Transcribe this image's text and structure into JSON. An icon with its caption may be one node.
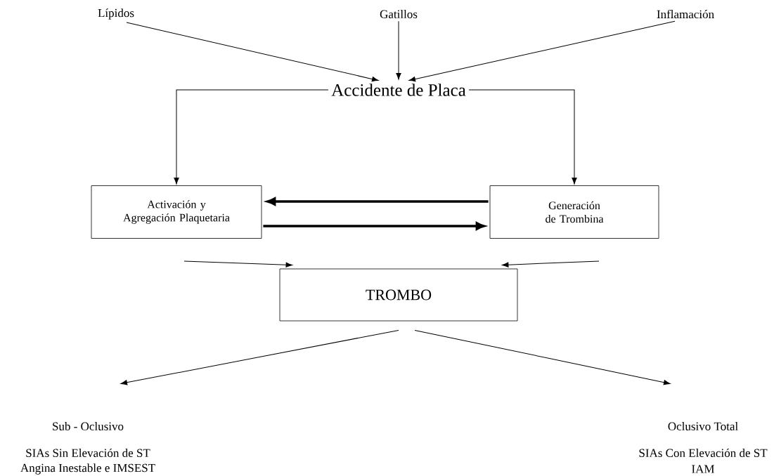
{
  "diagram": {
    "nodes": [
      {
        "text": [
          "Lípidos"
        ]
      },
      {
        "text": [
          "Gatillos"
        ]
      },
      {
        "text": [
          "Inflamación"
        ]
      },
      {
        "text": [
          "Accidente de Placa"
        ]
      },
      {
        "text": [
          "Activación y Agregación Plaquetaria"
        ]
      },
      {
        "text": [
          "Generación de Trombina"
        ]
      },
      {
        "text": [
          "TROMBO"
        ]
      },
      {
        "text": [
          "Sub - Oclusivo"
        ]
      },
      {
        "text": [
          "Oclusivo Total"
        ]
      }
    ],
    "edges": [
      {
        "from": 0,
        "to": 3,
        "arrow": "to"
      },
      {
        "from": 1,
        "to": 3,
        "arrow": "to"
      },
      {
        "from": 2,
        "to": 3,
        "arrow": "to"
      },
      {
        "from": 3,
        "to": 4,
        "arrow": "to"
      },
      {
        "from": 3,
        "to": 5,
        "arrow": "to"
      },
      {
        "from": 5,
        "to": 4,
        "arrow": "to",
        "style": "thick"
      },
      {
        "from": 4,
        "to": 5,
        "arrow": "to",
        "style": "thick"
      },
      {
        "from": 4,
        "to": 6,
        "arrow": "to"
      },
      {
        "from": 5,
        "to": 6,
        "arrow": "to"
      },
      {
        "from": 6,
        "to": 7,
        "arrow": "to"
      },
      {
        "from": 6,
        "to": 8,
        "arrow": "to"
      }
    ],
    "labels": [
      "SIAs Sin Elevación de ST",
      "SIAs Con Elevación de ST",
      "Angina Inestable e IMSEST",
      "IAM"
    ]
  }
}
